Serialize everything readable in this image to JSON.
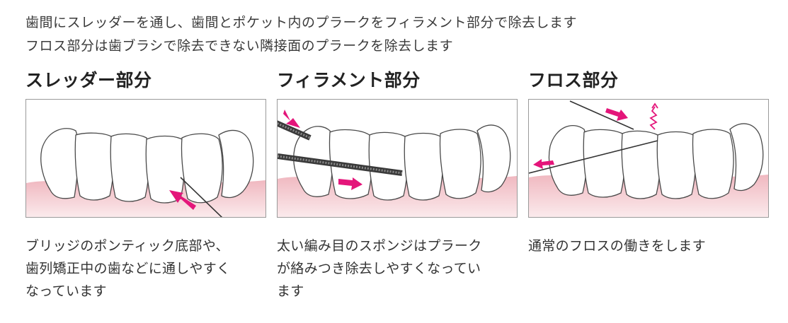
{
  "intro": {
    "line1": "歯間にスレッダーを通し、歯間とポケット内のプラークをフィラメント部分で除去します",
    "line2": "フロス部分は歯ブラシで除去できない隣接面のプラークを除去します"
  },
  "panels": [
    {
      "title": "スレッダー部分",
      "desc": [
        "ブリッジのポンティック底部や、",
        "歯列矯正中の歯などに通しやすく",
        "なっています"
      ]
    },
    {
      "title": "フィラメント部分",
      "desc": [
        "太い編み目のスポンジはプラーク",
        "が絡みつき除去しやすくなってい",
        "ます"
      ]
    },
    {
      "title": "フロス部分",
      "desc": [
        "通常のフロスの働きをします"
      ]
    }
  ],
  "colors": {
    "gum": "#f3c9cf",
    "arrow": "#e4157a",
    "outline": "#4a4a4a",
    "frame": "#9a9a9a"
  }
}
